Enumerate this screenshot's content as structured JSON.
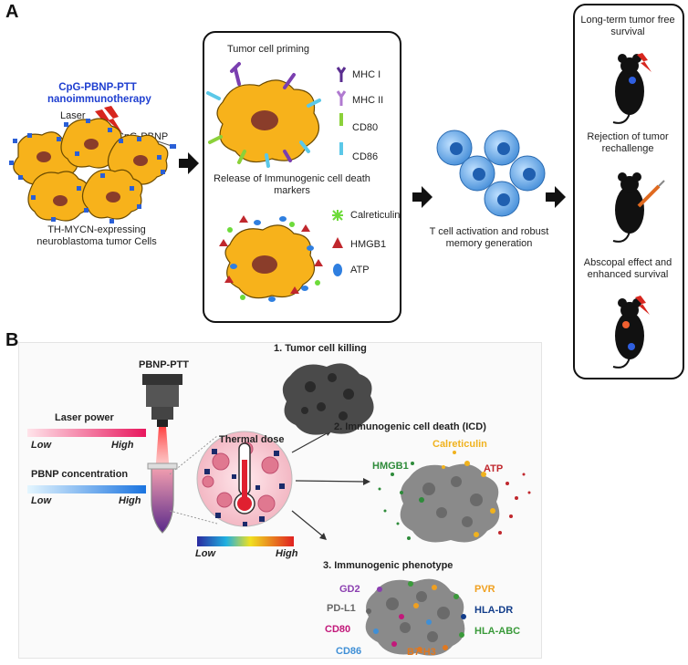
{
  "panels": {
    "a": "A",
    "b": "B"
  },
  "panel_a": {
    "left": {
      "title": "CpG-PBNP-PTT nanoimmunotherapy",
      "laser": "Laser",
      "cpg_pbnp": "CpG-PBNP",
      "caption": "TH-MYCN-expressing neuroblastoma tumor Cells"
    },
    "middle_box": {
      "priming_title": "Tumor cell priming",
      "markers": [
        "MHC I",
        "MHC II",
        "CD80",
        "CD86"
      ],
      "release_title": "Release of Immunogenic cell death markers",
      "icd_markers": [
        "Calreticulin",
        "HMGB1",
        "ATP"
      ]
    },
    "tcell": {
      "caption": "T cell activation and robust memory generation"
    },
    "outcomes_box": {
      "items": [
        "Long-term tumor free survival",
        "Rejection of tumor rechallenge",
        "Abscopal effect and enhanced survival"
      ]
    },
    "colors": {
      "tumor": "#f7b21b",
      "tcell": "#4f95dc",
      "marker_purple": "#7a3fb0",
      "marker_green": "#8bd13a",
      "marker_cyan": "#5bc8e8"
    }
  },
  "panel_b": {
    "device": "PBNP-PTT",
    "laser_power": {
      "label": "Laser power",
      "low": "Low",
      "high": "High"
    },
    "pbnp_conc": {
      "label": "PBNP concentration",
      "low": "Low",
      "high": "High"
    },
    "thermal": {
      "label": "Thermal dose",
      "low": "Low",
      "high": "High"
    },
    "step1": "1. Tumor cell killing",
    "step2": "2. Immunogenic cell death (ICD)",
    "icd_labels": {
      "hmgb1": "HMGB1",
      "calreticulin": "Calreticulin",
      "atp": "ATP"
    },
    "step3": "3. Immunogenic phenotype",
    "phenotype_labels": {
      "gd2": "GD2",
      "pdl1": "PD-L1",
      "cd80": "CD80",
      "cd86": "CD86",
      "pvr": "PVR",
      "hladr": "HLA-DR",
      "hlaabc": "HLA-ABC",
      "b7h3": "B7-H3"
    },
    "colors": {
      "hmgb1": "#2e8b3a",
      "calreticulin": "#f0b21e",
      "atp": "#c0272d",
      "gd2": "#8b3fb0",
      "pdl1": "#666666",
      "cd80": "#c2187a",
      "cd86": "#3f8fd6",
      "pvr": "#f0a020",
      "hladr": "#123d8a",
      "hlaabc": "#3a9a3a",
      "b7h3": "#e07820"
    }
  }
}
